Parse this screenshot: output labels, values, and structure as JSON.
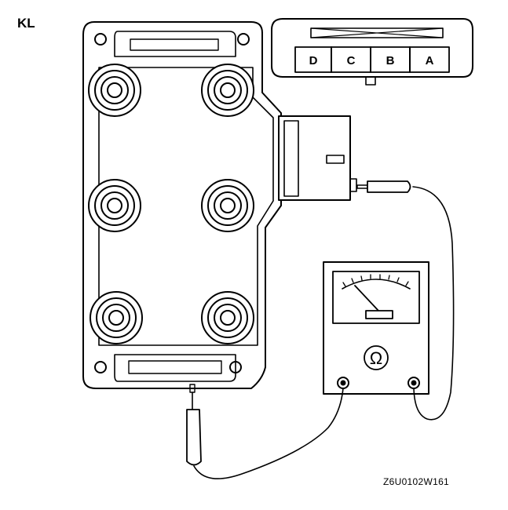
{
  "variant_label": "KL",
  "figure_code": "Z6U0102W161",
  "connector": {
    "pins": [
      "D",
      "C",
      "B",
      "A"
    ]
  },
  "meter": {
    "unit_symbol": "Ω"
  }
}
